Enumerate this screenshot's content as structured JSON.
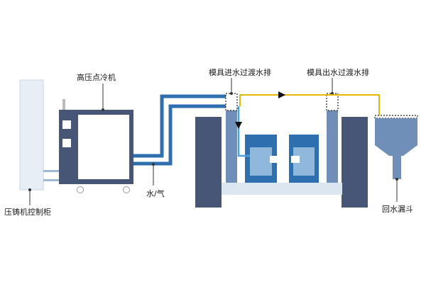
{
  "labels": {
    "chiller": "高压点冷机",
    "inlet_manifold": "模具进水过渡水排",
    "outlet_manifold": "模具出水过渡水排",
    "water_gas": "水/气",
    "control_cabinet": "压铸机控制柜",
    "return_funnel": "回水漏斗"
  },
  "colors": {
    "pipe_blue": "#2e6fb0",
    "return_line": "#e8b800",
    "machine_dark": "#475577",
    "mold_light": "#8fb8dc",
    "cabinet": "#e7eef6"
  }
}
